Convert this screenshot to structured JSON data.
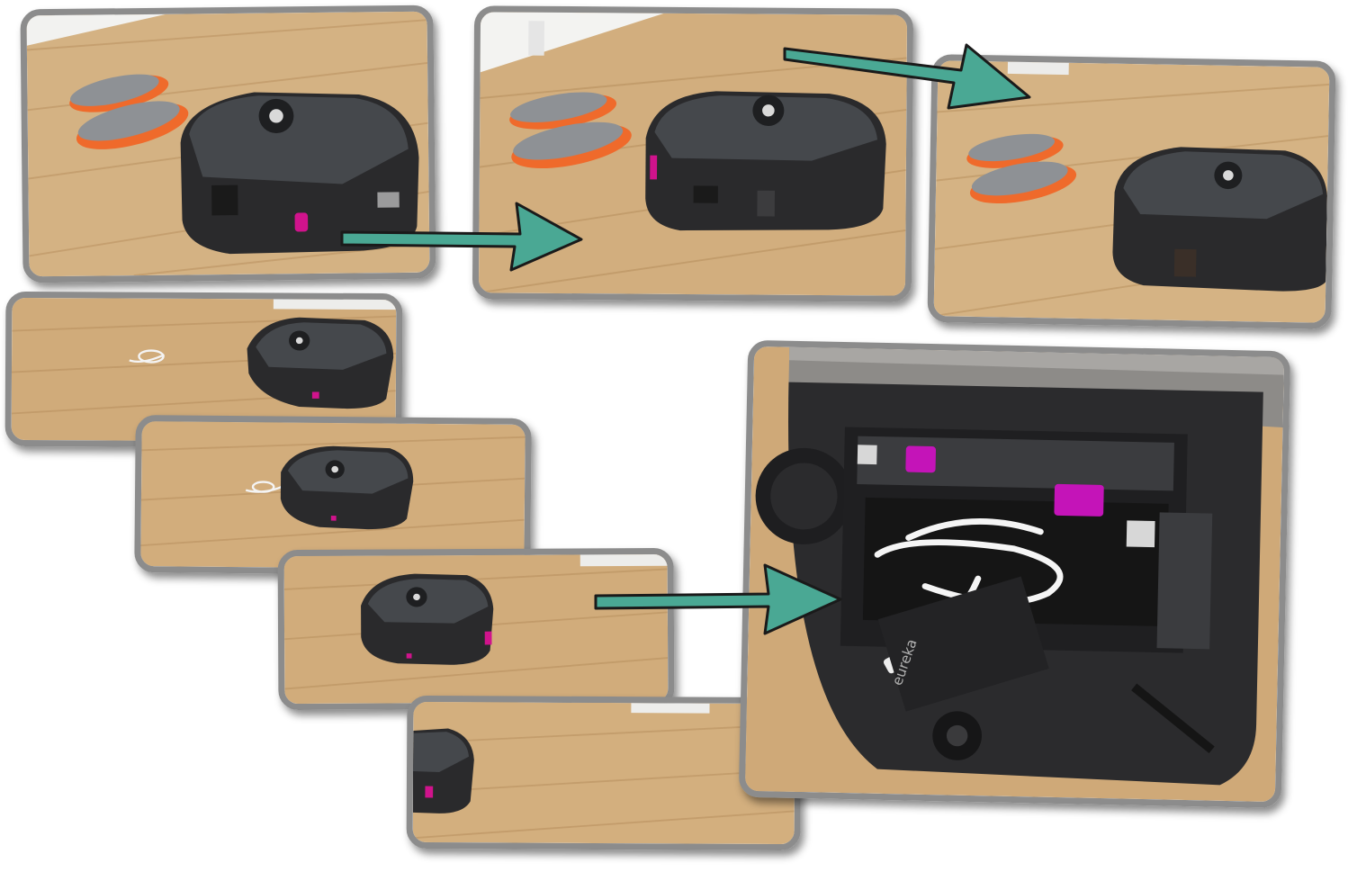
{
  "colors": {
    "floor_light": "#d9b98c",
    "floor_mid": "#c9a574",
    "floor_dark": "#b48b5a",
    "frame_border": "#8c8c8c",
    "robot_body": "#2a2a2c",
    "robot_top": "#45484c",
    "accent_magenta": "#d0138c",
    "slipper_felt": "#8e9195",
    "slipper_sole": "#ef6a2b",
    "arrow_fill": "#4aa894",
    "arrow_outline": "#1a1a1a"
  },
  "panels": [
    {
      "scene": "robot-near-slippers-front-view"
    },
    {
      "scene": "robot-approaching-slippers"
    },
    {
      "scene": "robot-beside-slippers-far"
    },
    {
      "scene": "robot-approaching-cable"
    },
    {
      "scene": "robot-over-cable"
    },
    {
      "scene": "robot-moving-away"
    },
    {
      "scene": "robot-leaving-frame"
    },
    {
      "scene": "robot-underside-with-cable-tangled-in-brush"
    }
  ],
  "icons": [
    "right-arrow-icon"
  ],
  "underside_label": {
    "brand": "eureka"
  }
}
